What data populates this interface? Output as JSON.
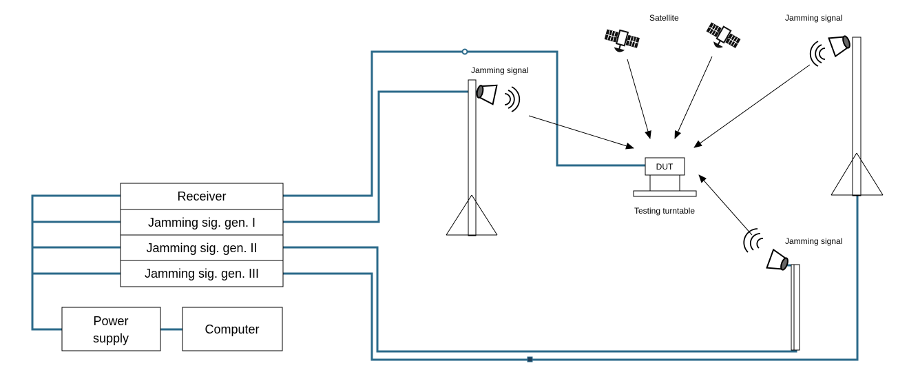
{
  "colors": {
    "cable": "#2b6a8a",
    "outline": "#000000",
    "background": "#ffffff"
  },
  "equipment": {
    "receiver": "Receiver",
    "gen1": "Jamming sig. gen. I",
    "gen2": "Jamming sig. gen. II",
    "gen3": "Jamming sig. gen. III",
    "power_line1": "Power",
    "power_line2": "supply",
    "computer": "Computer"
  },
  "field": {
    "satellite": "Satellite",
    "jamming_signal": "Jamming signal",
    "dut": "DUT",
    "turntable": "Testing turntable"
  }
}
